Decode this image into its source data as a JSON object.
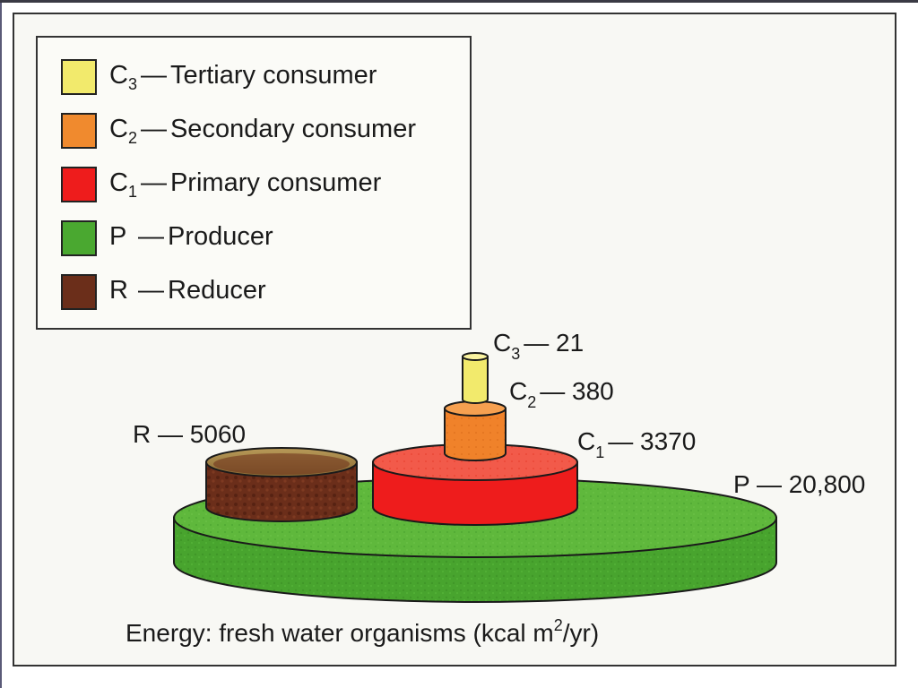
{
  "legend": {
    "items": [
      {
        "symbol": "C",
        "subscript": "3",
        "dash": "—",
        "label": "Tertiary consumer",
        "color": "#f2ea6c"
      },
      {
        "symbol": "C",
        "subscript": "2",
        "dash": "—",
        "label": "Secondary consumer",
        "color": "#f08a2e"
      },
      {
        "symbol": "C",
        "subscript": "1",
        "dash": "—",
        "label": "Primary consumer",
        "color": "#ee1c1c"
      },
      {
        "symbol": "P",
        "subscript": "",
        "dash": "—",
        "label": "Producer",
        "color": "#4aa830"
      },
      {
        "symbol": "R",
        "subscript": "",
        "dash": "—",
        "label": "Reducer",
        "color": "#6b2e1a"
      }
    ]
  },
  "diagram": {
    "values": {
      "c3": {
        "symbol": "C",
        "subscript": "3",
        "sep": "— ",
        "value": "21"
      },
      "c2": {
        "symbol": "C",
        "subscript": "2",
        "sep": "— ",
        "value": "380"
      },
      "c1": {
        "symbol": "C",
        "subscript": "1",
        "sep": "— ",
        "value": "3370"
      },
      "p": {
        "symbol": "P",
        "sep": " — ",
        "value": "20,800"
      },
      "r": {
        "symbol": "R",
        "sep": " — ",
        "value": "5060"
      }
    },
    "caption": {
      "prefix": "Energy: fresh water organisms (kcal m",
      "sup": "2",
      "suffix": "/yr)"
    }
  }
}
